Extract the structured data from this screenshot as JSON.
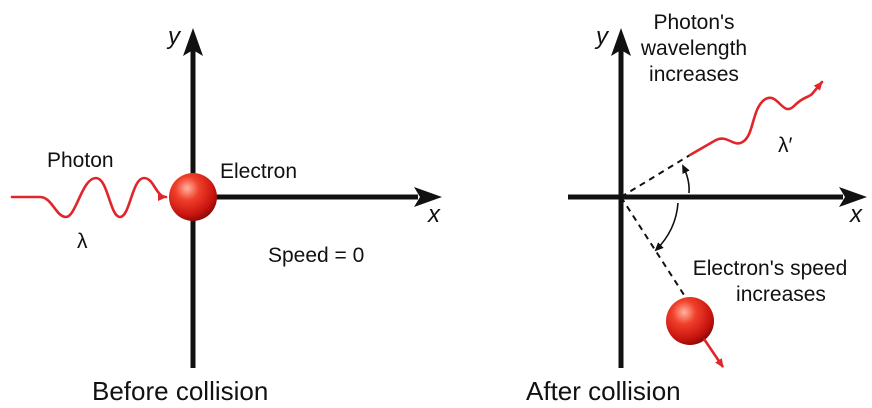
{
  "before": {
    "caption": "Before collision",
    "photon_label": "Photon",
    "wavelength_label": "λ",
    "electron_label": "Electron",
    "speed_label": "Speed = 0",
    "x_axis": "x",
    "y_axis": "y"
  },
  "after": {
    "caption": "After collision",
    "photon_line1": "Photon's",
    "photon_line2": "wavelength",
    "photon_line3": "increases",
    "wavelength_label": "λ′",
    "electron_line1": "Electron's speed",
    "electron_line2": "increases",
    "x_axis": "x",
    "y_axis": "y"
  },
  "colors": {
    "photon": "#e0262b",
    "electron": "#d8201e",
    "axes": "#111111"
  }
}
